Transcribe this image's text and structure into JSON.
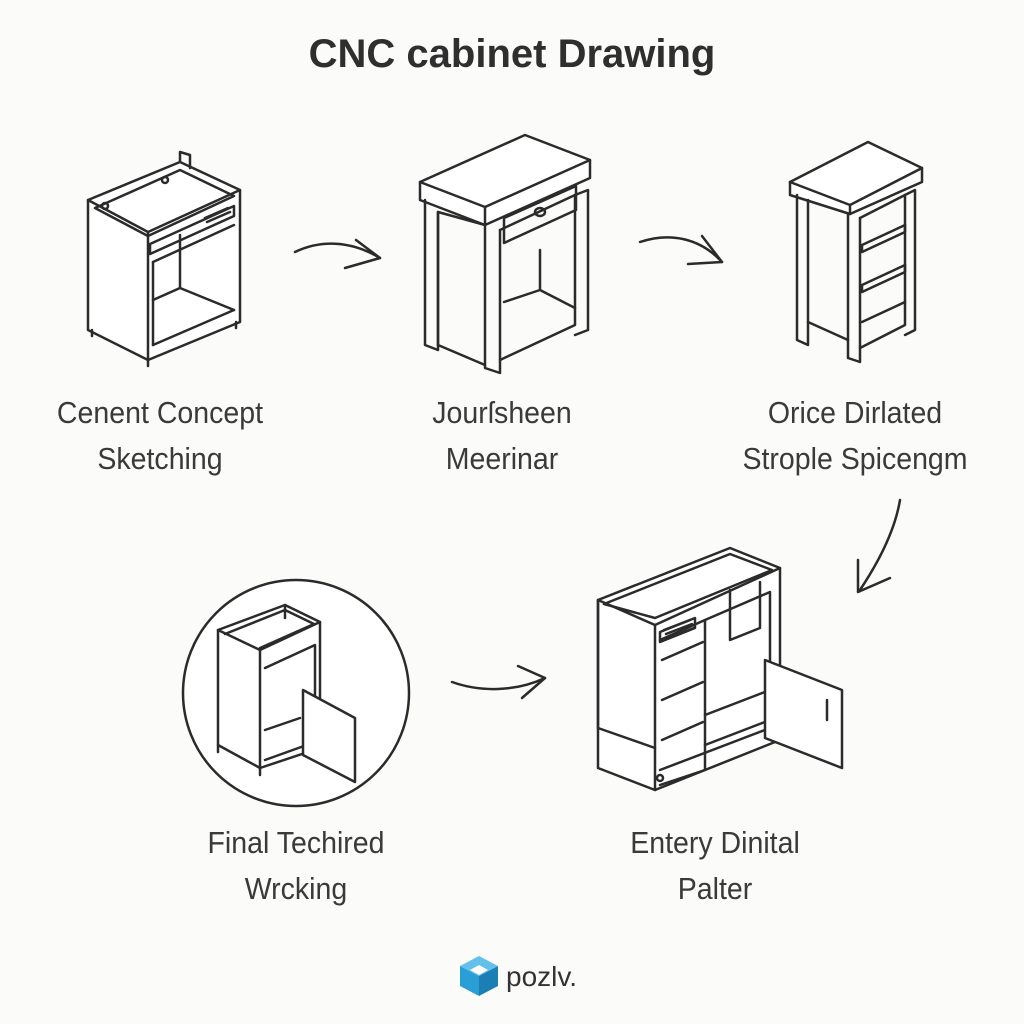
{
  "title": "CNC cabinet Drawing",
  "steps": [
    {
      "line1": "Cenent Concept",
      "line2": "Sketching"
    },
    {
      "line1": "Jourſsheen",
      "line2": "Meerinar"
    },
    {
      "line1": "Orice Dirlated",
      "line2": "Strople Spicengm"
    },
    {
      "line1": "Final Techired",
      "line2": "Wrcking"
    },
    {
      "line1": "Entery Dinital",
      "line2": "Palter"
    }
  ],
  "logo": {
    "text": "pozlv.",
    "accent_color": "#2a9fd6"
  },
  "colors": {
    "line": "#2b2b2b",
    "background": "#fbfbfa"
  }
}
